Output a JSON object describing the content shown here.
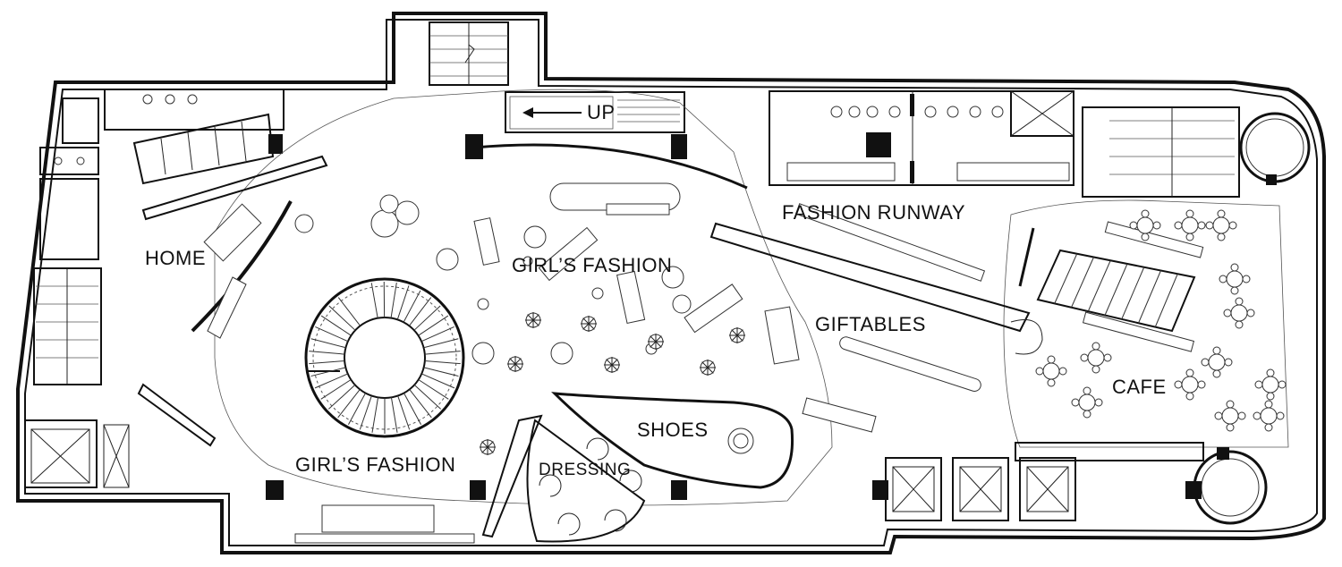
{
  "labels": {
    "up": "UP",
    "home": "HOME",
    "girls_fashion_top": "GIRL’S FASHION",
    "girls_fashion_bottom": "GIRL’S FASHION",
    "fashion_runway": "FASHION RUNWAY",
    "giftables": "GIFTABLES",
    "shoes": "SHOES",
    "dressing": "DRESSING",
    "cafe": "CAFE"
  }
}
